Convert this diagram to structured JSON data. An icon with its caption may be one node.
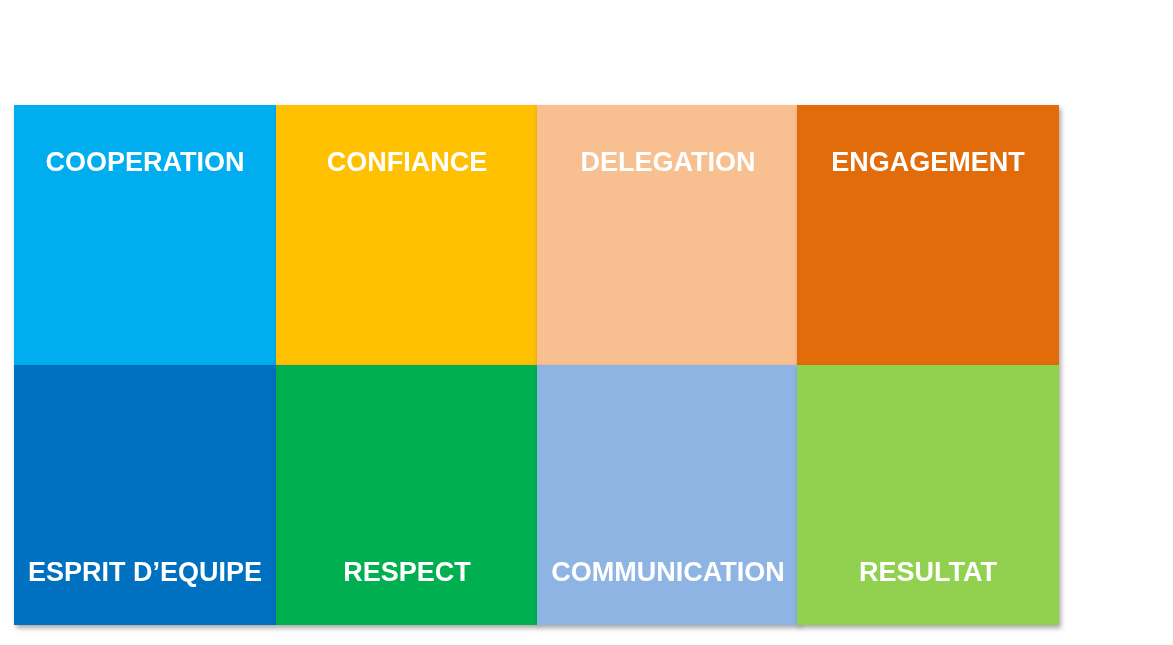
{
  "diagram": {
    "nodes": [
      {
        "text": [
          "COOPERATION"
        ]
      },
      {
        "text": [
          "CONFIANCE"
        ]
      },
      {
        "text": [
          "DELEGATION"
        ]
      },
      {
        "text": [
          "ENGAGEMENT"
        ]
      },
      {
        "text": [
          "ESPRIT D’EQUIPE"
        ]
      },
      {
        "text": [
          "RESPECT"
        ]
      },
      {
        "text": [
          "COMMUNICATION"
        ]
      },
      {
        "text": [
          "RESULTAT"
        ]
      }
    ],
    "edges": []
  }
}
